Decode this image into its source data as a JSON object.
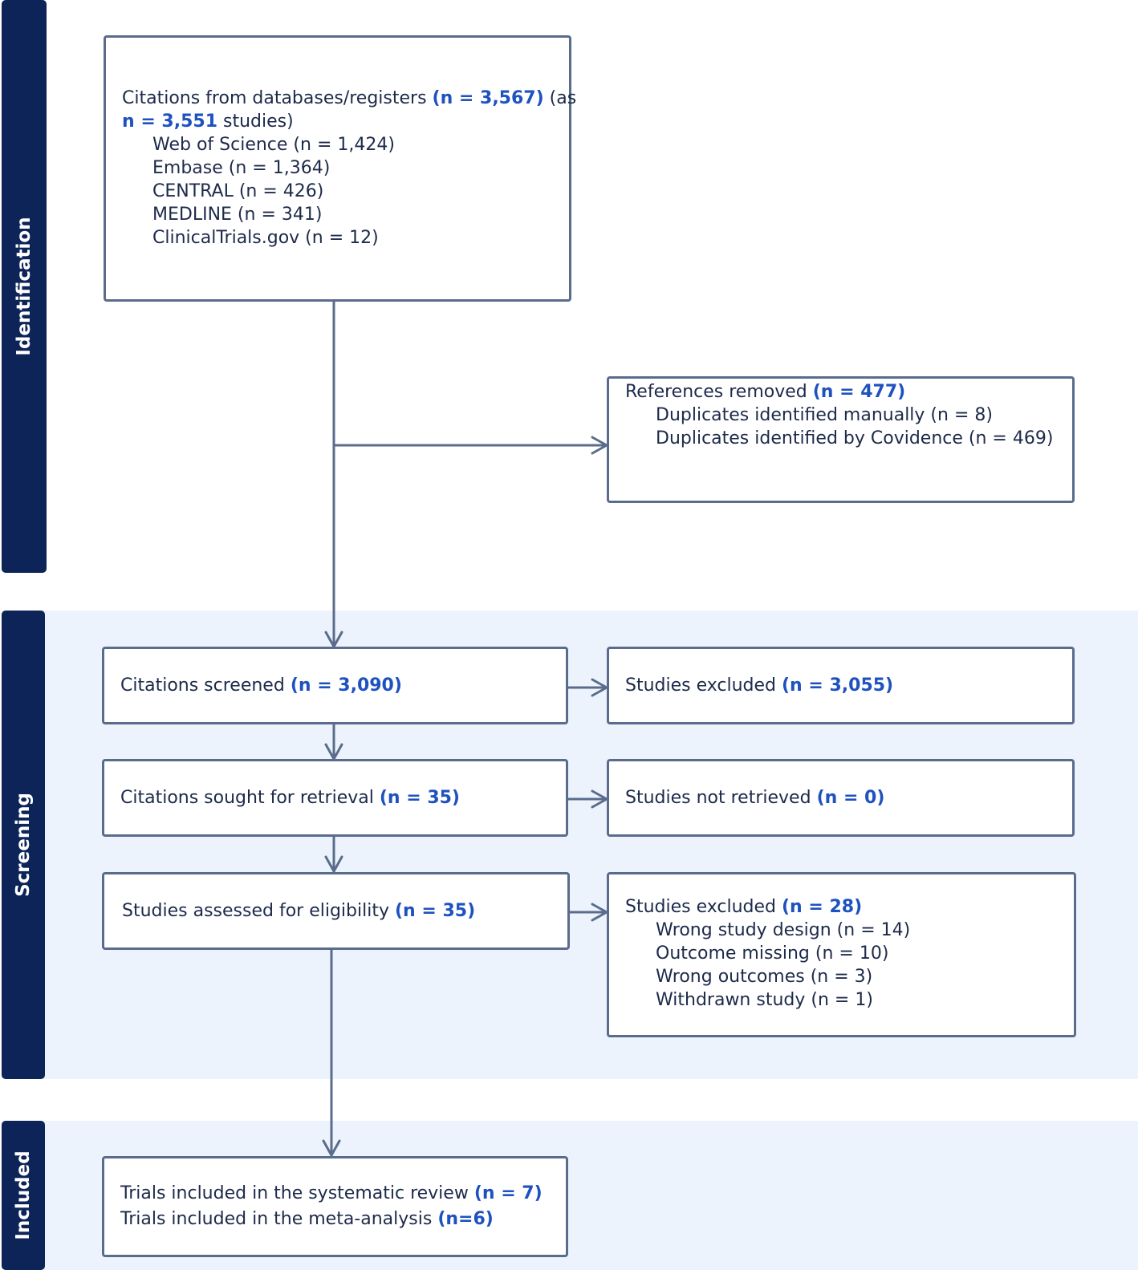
{
  "phases": {
    "identification": "Identification",
    "screening": "Screening",
    "included": "Included"
  },
  "records": {
    "prefix": "Citations from databases/registers",
    "count": "(n = 3,567)",
    "as": "(as",
    "studies_count": "n = 3,551",
    "studies_suffix": "studies)",
    "sources": [
      "Web of Science (n = 1,424)",
      "Embase (n = 1,364)",
      "CENTRAL (n = 426)",
      "MEDLINE (n = 341)",
      "ClinicalTrials.gov (n = 12)"
    ]
  },
  "removed": {
    "label": "References removed",
    "count": "(n = 477)",
    "items": [
      "Duplicates identified manually (n = 8)",
      "Duplicates identified by Covidence (n = 469)"
    ]
  },
  "screened": {
    "label": "Citations screened",
    "count": "(n = 3,090)"
  },
  "excluded_screen": {
    "label": "Studies excluded",
    "count": "(n = 3,055)"
  },
  "retrieval": {
    "label": "Citations sought for retrieval",
    "count": "(n = 35)"
  },
  "not_retrieved": {
    "label": "Studies not retrieved",
    "count": "(n = 0)"
  },
  "eligibility": {
    "label": "Studies assessed for eligibility",
    "count": "(n = 35)"
  },
  "excluded_full": {
    "label": "Studies excluded",
    "count": "(n = 28)",
    "items": [
      "Wrong study design (n = 14)",
      "Outcome missing (n = 10)",
      "Wrong outcomes (n = 3)",
      "Withdrawn study (n = 1)"
    ]
  },
  "included": {
    "review_label": "Trials included in the systematic review",
    "review_count": "(n = 7)",
    "meta_label": "Trials included in the meta-analysis",
    "meta_count": "(n=6)"
  },
  "colors": {
    "sidebar": "#0d2458",
    "band_background": "#edf3fc",
    "box_border": "#5a6c8c",
    "highlight": "#1e52bf"
  }
}
